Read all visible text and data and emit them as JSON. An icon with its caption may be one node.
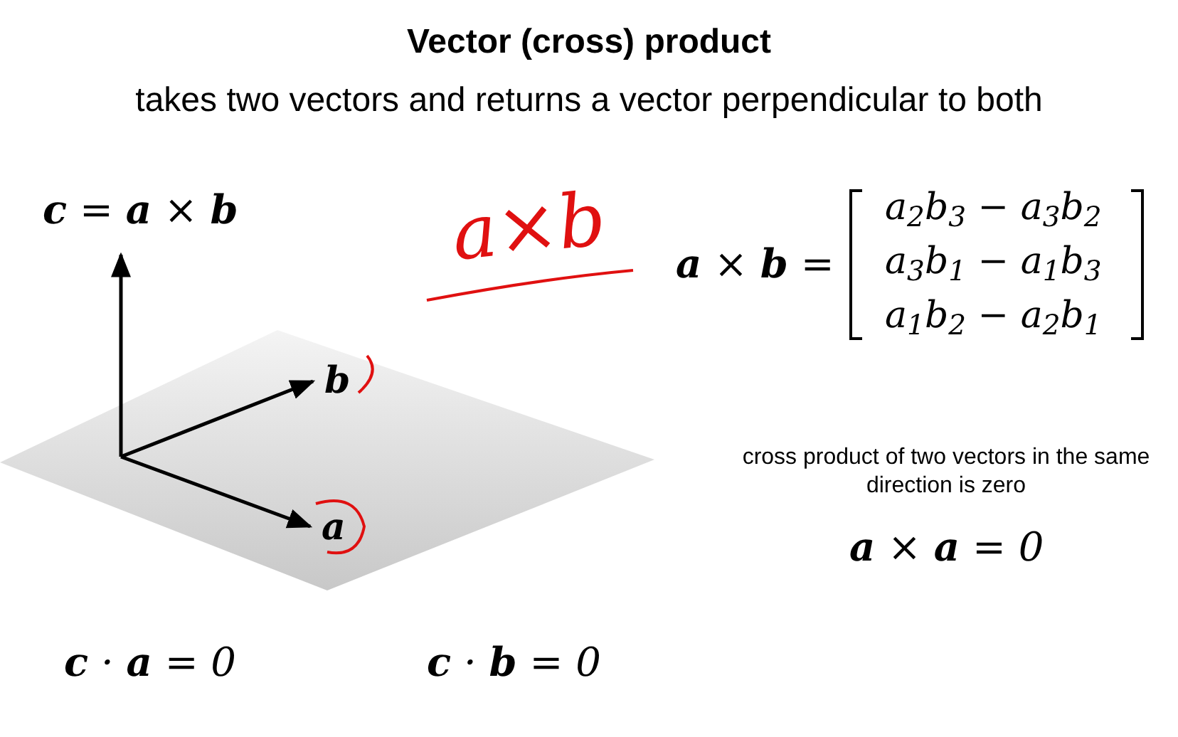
{
  "diagram": {
    "title": "Vector (cross) product",
    "labels": [
      "takes two vectors and returns a vector perpendicular to both",
      "**c** = **a** × **b**",
      "a×b",
      "**a** × **b** =",
      "a$_{2}$b$_{3}$ − a$_{3}$b$_{2}$",
      "a$_{3}$b$_{1}$ − a$_{1}$b$_{3}$",
      "a$_{1}$b$_{2}$ − a$_{2}$b$_{1}$",
      "**b**",
      "**a**",
      "cross product of two vectors in the same direction is zero",
      "**a** × **a** = 0",
      "**c** · **a** = 0",
      "**c** · **b** = 0"
    ]
  }
}
